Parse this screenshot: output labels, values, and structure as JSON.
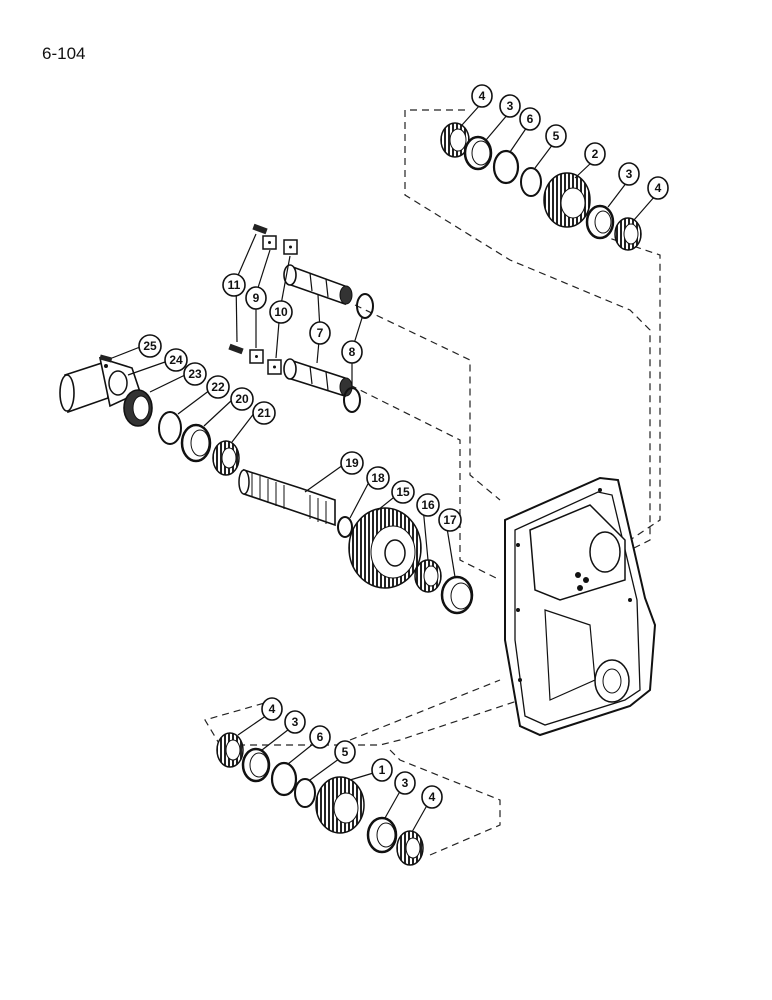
{
  "page_number": "6-104",
  "callouts": [
    {
      "id": "c-4-top-a",
      "label": "4"
    },
    {
      "id": "c-3-top-a",
      "label": "3"
    },
    {
      "id": "c-6-top",
      "label": "6"
    },
    {
      "id": "c-5-top",
      "label": "5"
    },
    {
      "id": "c-2",
      "label": "2"
    },
    {
      "id": "c-3-top-b",
      "label": "3"
    },
    {
      "id": "c-4-top-b",
      "label": "4"
    },
    {
      "id": "c-11",
      "label": "11"
    },
    {
      "id": "c-9",
      "label": "9"
    },
    {
      "id": "c-10",
      "label": "10"
    },
    {
      "id": "c-7",
      "label": "7"
    },
    {
      "id": "c-8",
      "label": "8"
    },
    {
      "id": "c-25",
      "label": "25"
    },
    {
      "id": "c-24",
      "label": "24"
    },
    {
      "id": "c-23",
      "label": "23"
    },
    {
      "id": "c-22",
      "label": "22"
    },
    {
      "id": "c-20",
      "label": "20"
    },
    {
      "id": "c-21",
      "label": "21"
    },
    {
      "id": "c-19",
      "label": "19"
    },
    {
      "id": "c-18",
      "label": "18"
    },
    {
      "id": "c-15",
      "label": "15"
    },
    {
      "id": "c-16",
      "label": "16"
    },
    {
      "id": "c-17",
      "label": "17"
    },
    {
      "id": "c-4-bot-a",
      "label": "4"
    },
    {
      "id": "c-3-bot-a",
      "label": "3"
    },
    {
      "id": "c-6-bot",
      "label": "6"
    },
    {
      "id": "c-5-bot",
      "label": "5"
    },
    {
      "id": "c-1",
      "label": "1"
    },
    {
      "id": "c-3-bot-b",
      "label": "3"
    },
    {
      "id": "c-4-bot-b",
      "label": "4"
    }
  ]
}
